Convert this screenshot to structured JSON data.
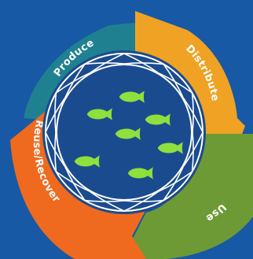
{
  "colors": {
    "background": "#1759a4",
    "produce": "#1f8190",
    "distribute": "#f0a224",
    "use": "#6e9a35",
    "reuse_recover": "#ef6a1f",
    "inner_circle": "#1a4b8e",
    "ring_line": "#ffffff",
    "fish_body": "#8fe03c",
    "fish_outline": "#1c4f8f"
  },
  "cycle": {
    "segments": [
      {
        "id": "produce",
        "label": "Produce"
      },
      {
        "id": "distribute",
        "label": "Distribute"
      },
      {
        "id": "use",
        "label": "Use"
      },
      {
        "id": "reuse_recover",
        "label": "Reuse/Recover"
      }
    ]
  },
  "center": {
    "icon": "fish-school-icon",
    "fish_count": 7
  }
}
